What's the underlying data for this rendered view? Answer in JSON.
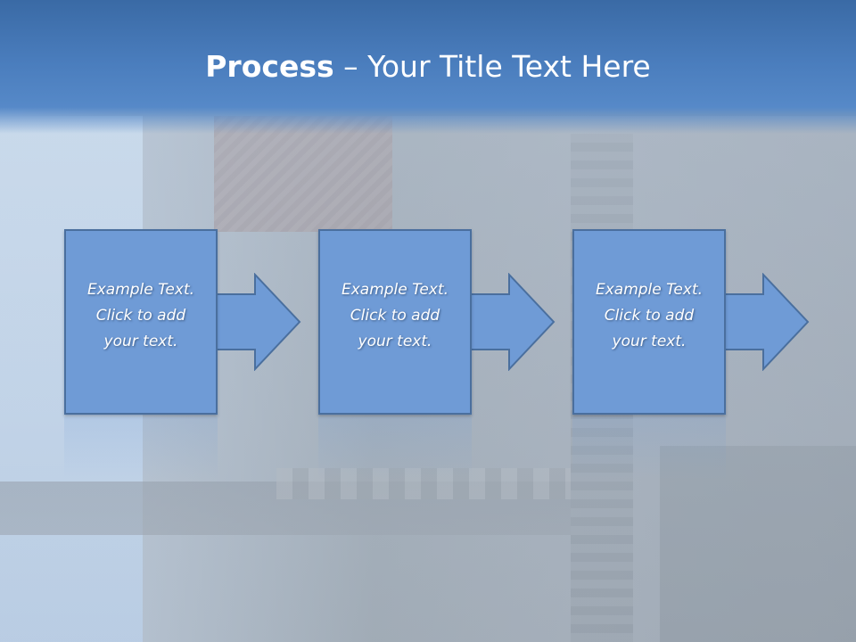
{
  "slide": {
    "title_bold": "Process",
    "title_rest": " – Your Title Text Here"
  },
  "steps": [
    {
      "line1": "Example Text.",
      "line2": "Click  to add",
      "line3": "your text."
    },
    {
      "line1": "Example Text.",
      "line2": "Click  to add",
      "line3": "your text."
    },
    {
      "line1": "Example Text.",
      "line2": "Click  to add",
      "line3": "your text."
    }
  ],
  "colors": {
    "header": "#4a7dbd",
    "step_fill": "#6f9bd6",
    "step_border": "#4a6f9e",
    "text": "#ffffff"
  }
}
